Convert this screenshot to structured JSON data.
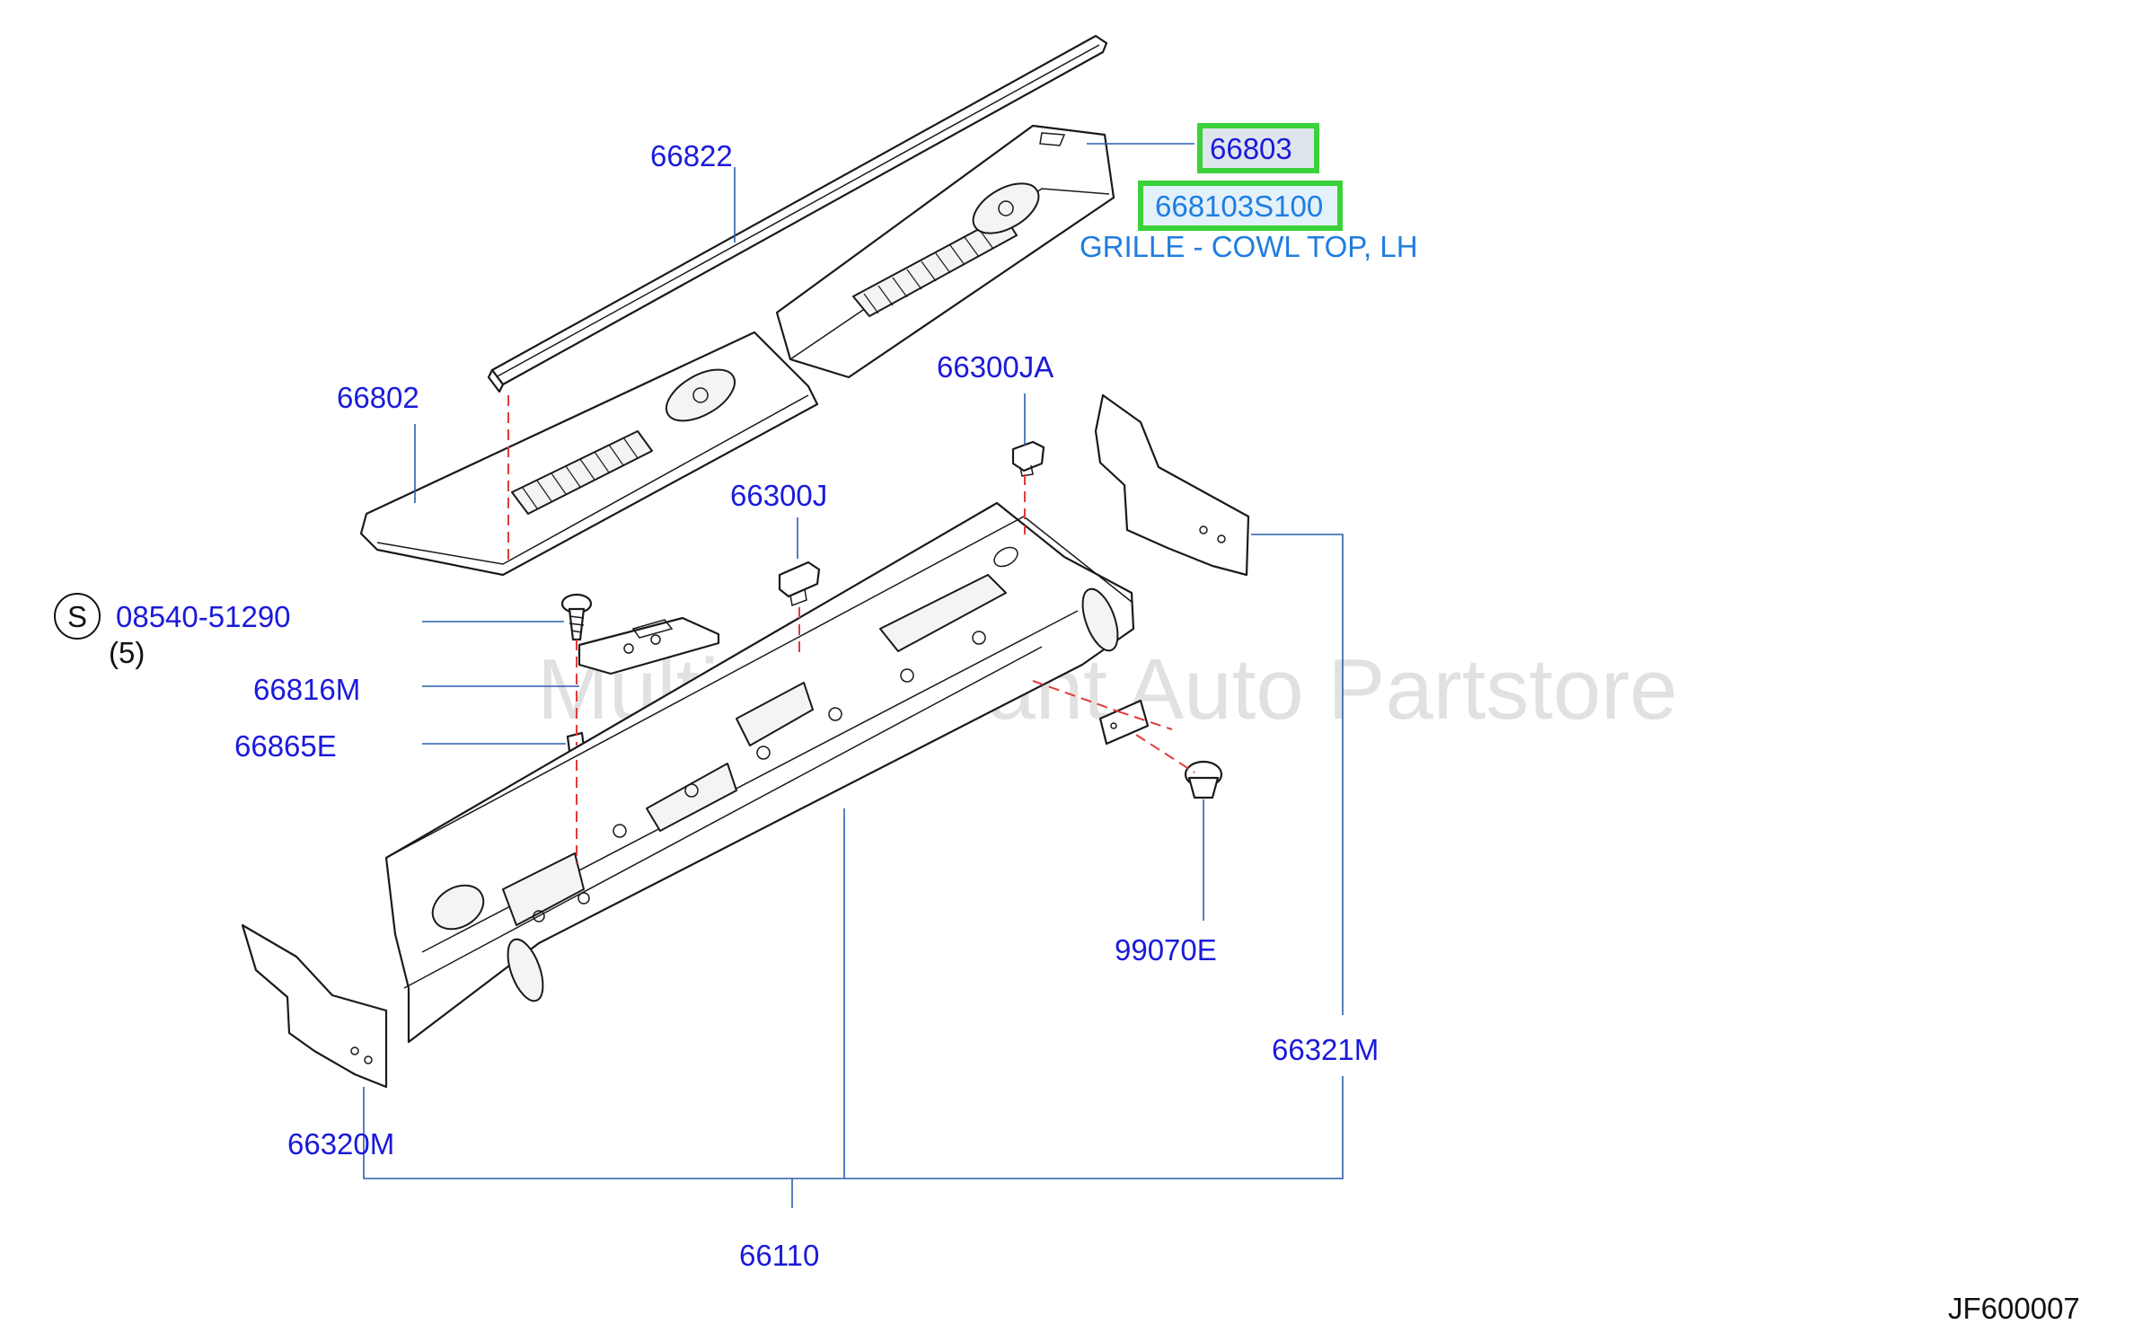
{
  "watermark": "Multi-Merchant Auto Partstore",
  "diagram_code": "JF600007",
  "parts": {
    "p66822": "66822",
    "p66803": "66803",
    "p668103S100": "668103S100",
    "p668103S100_desc": "GRILLE - COWL TOP, LH",
    "p66802": "66802",
    "p66300JA": "66300JA",
    "p66300J": "66300J",
    "screw_symbol": "S",
    "p08540_51290": "08540-51290",
    "p08540_qty": "(5)",
    "p66816M": "66816M",
    "p66865E": "66865E",
    "p99070E": "99070E",
    "p66321M": "66321M",
    "p66320M": "66320M",
    "p66110": "66110"
  },
  "colors": {
    "label_blue": "#1a1adb",
    "highlight_text_blue": "#1f7de0",
    "highlight_border_green": "#3ad13a",
    "leader_line_blue": "#2a5fb0",
    "dashed_red": "#e23b3b"
  }
}
